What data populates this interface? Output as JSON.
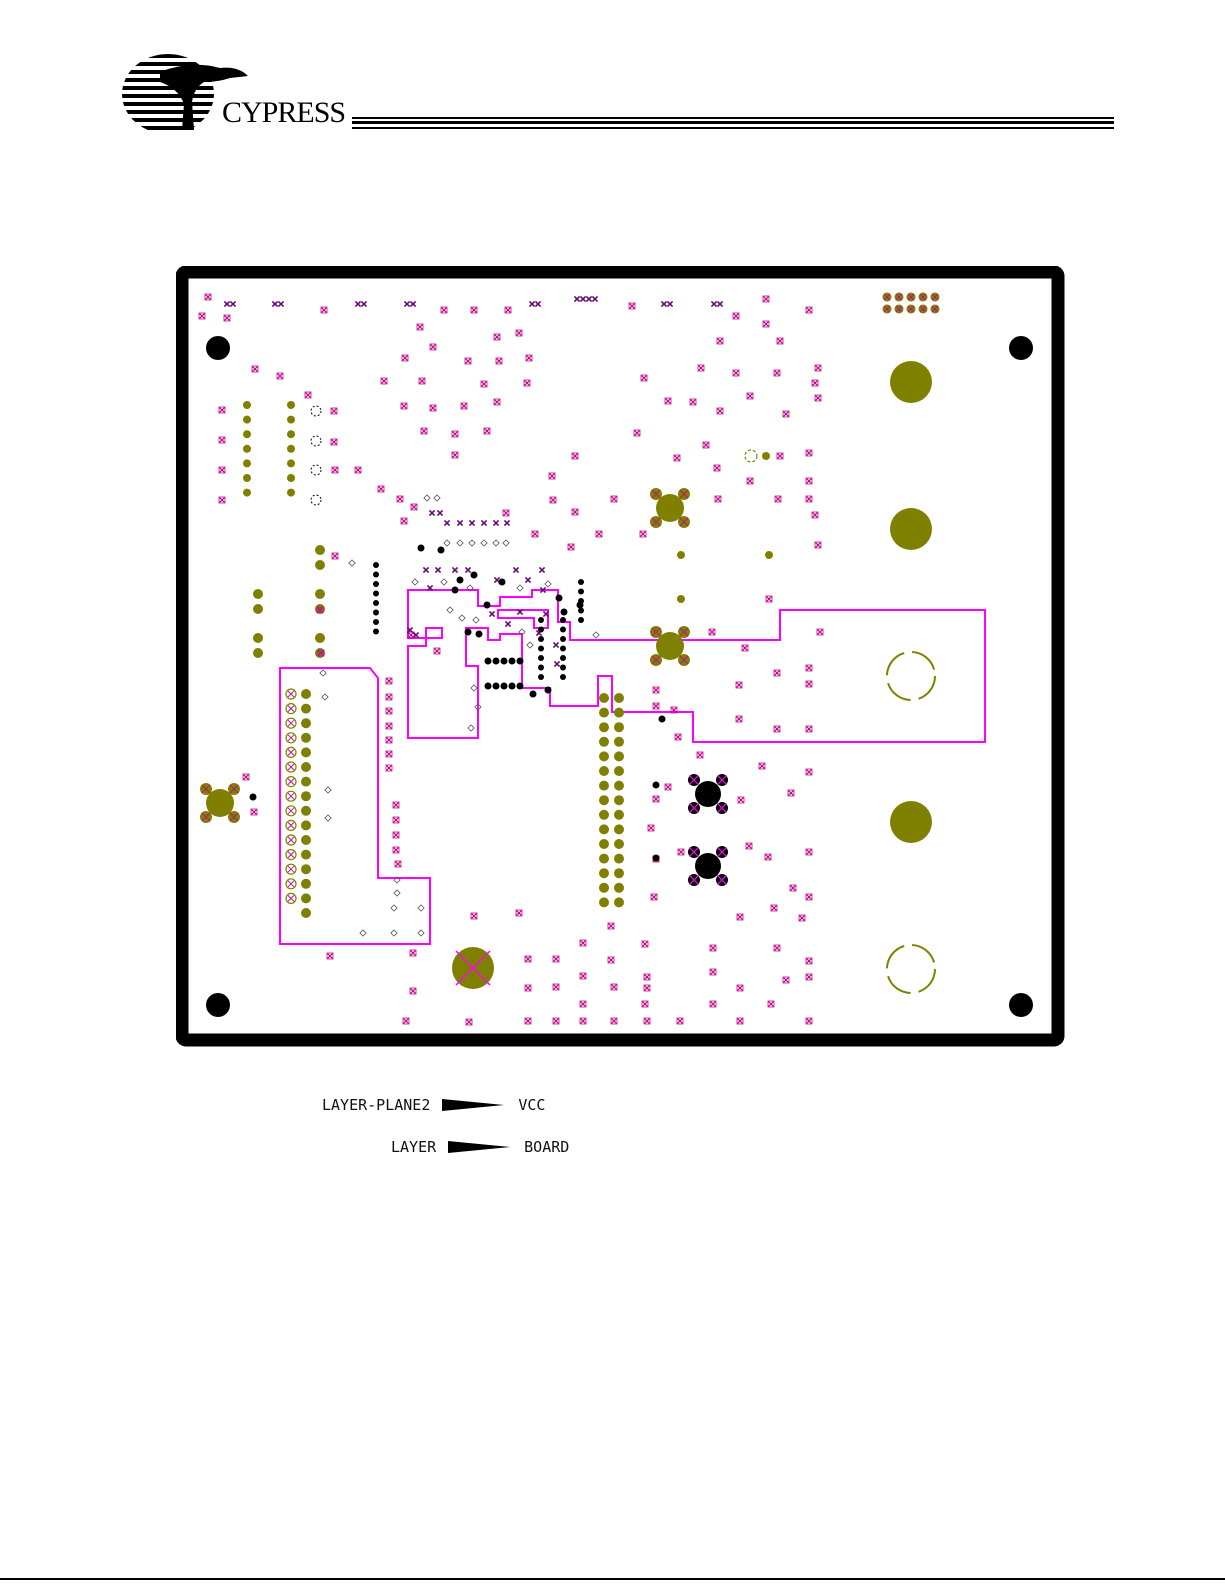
{
  "header": {
    "company": "CYPRESS"
  },
  "board": {
    "colors": {
      "outline": "#000000",
      "plane_pad": "#808000",
      "via_magenta": "#c0108c",
      "via_purple": "#6a0a7a",
      "plane_boundary": "#ff00ff",
      "drill": "#000000"
    }
  },
  "legend": {
    "row1": {
      "left": "LAYER-PLANE2",
      "right": "VCC"
    },
    "row2": {
      "left": "LAYER",
      "right": "BOARD"
    }
  }
}
